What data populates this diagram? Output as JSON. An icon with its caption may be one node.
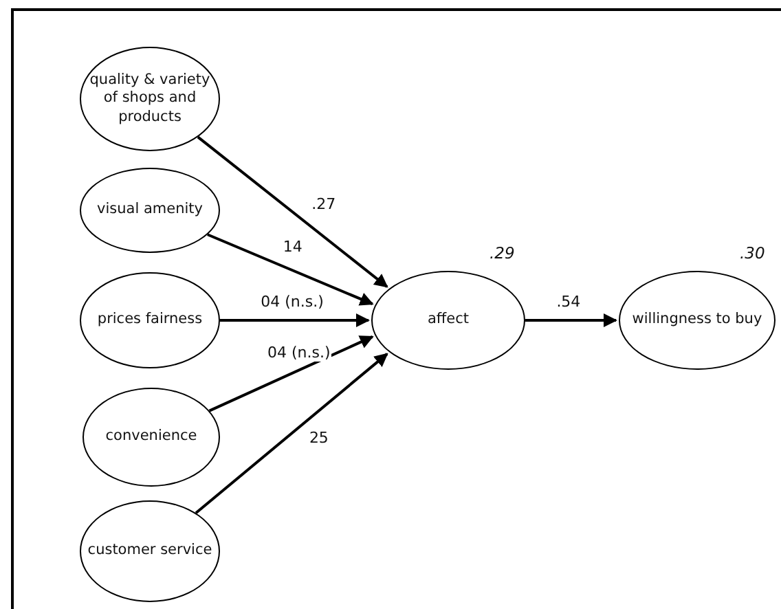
{
  "diagram": {
    "nodes": [
      {
        "text": [
          "quality & variety of shops and products"
        ]
      },
      {
        "text": [
          "visual amenity"
        ]
      },
      {
        "text": [
          "prices fairness"
        ]
      },
      {
        "text": [
          "convenience"
        ]
      },
      {
        "text": [
          "customer service"
        ]
      },
      {
        "text": [
          "affect"
        ],
        "beside": [
          ".29"
        ]
      },
      {
        "text": [
          "willingness to buy"
        ],
        "beside": [
          ".30"
        ]
      }
    ],
    "edges": [
      {
        "from": 0,
        "to": 5,
        "arrow": "to",
        "label": ".27"
      },
      {
        "from": 1,
        "to": 5,
        "arrow": "to",
        "label": "14"
      },
      {
        "from": 2,
        "to": 5,
        "arrow": "to",
        "label": "04 (n.s.)"
      },
      {
        "from": 3,
        "to": 5,
        "arrow": "to",
        "label": "04 (n.s.)"
      },
      {
        "from": 4,
        "to": 5,
        "arrow": "to",
        "label": "25"
      },
      {
        "from": 5,
        "to": 6,
        "arrow": "to",
        "label": ".54"
      }
    ]
  }
}
